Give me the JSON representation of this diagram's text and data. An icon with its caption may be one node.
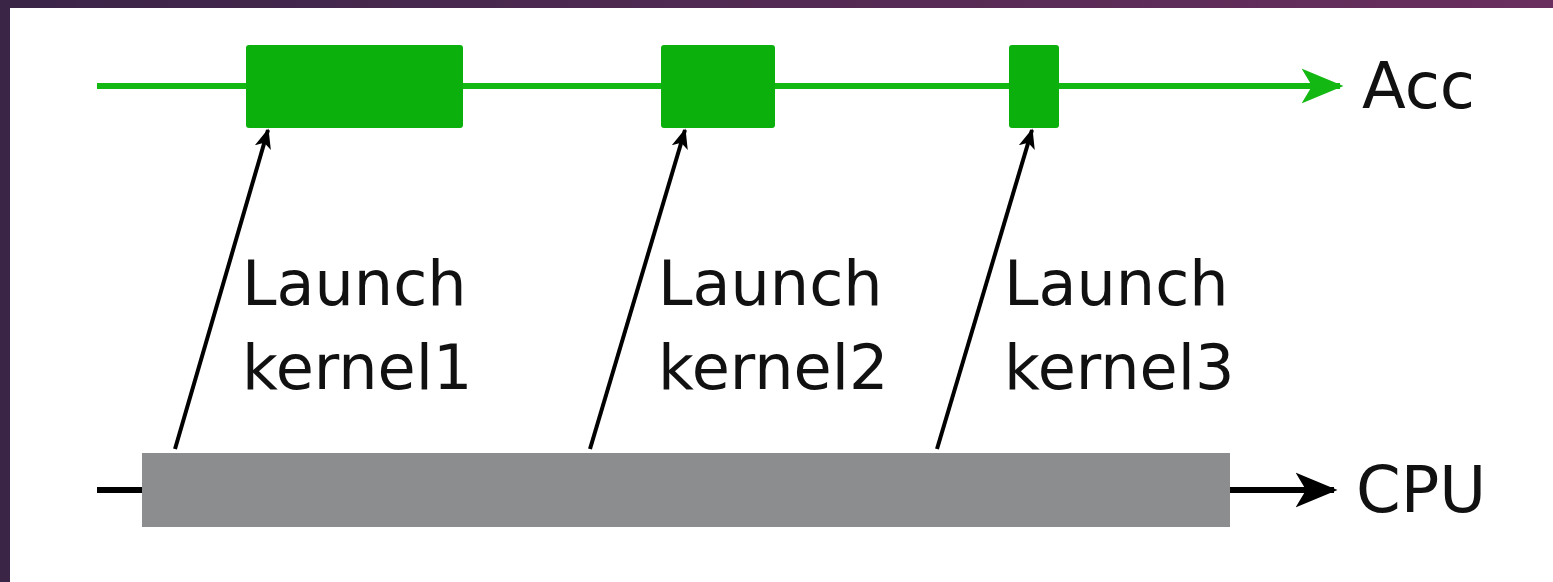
{
  "diagram": {
    "nodes": [
      {
        "text": [],
        "shape": "box"
      },
      {
        "text": [],
        "shape": "box"
      },
      {
        "text": [],
        "shape": "box"
      },
      {
        "text": [
          "Acc"
        ]
      },
      {
        "text": [],
        "shape": "bar"
      },
      {
        "text": [
          "CPU"
        ]
      }
    ],
    "edges": [
      {
        "from": null,
        "to": 3,
        "arrow": "to",
        "color": "#13b813"
      },
      {
        "from": 4,
        "to": 0,
        "arrow": "to",
        "label": "Launch kernel1"
      },
      {
        "from": 4,
        "to": 1,
        "arrow": "to",
        "label": "Launch kernel2"
      },
      {
        "from": 4,
        "to": 2,
        "arrow": "to",
        "label": "Launch kernel3"
      },
      {
        "from": null,
        "to": 5,
        "arrow": "to"
      }
    ]
  }
}
